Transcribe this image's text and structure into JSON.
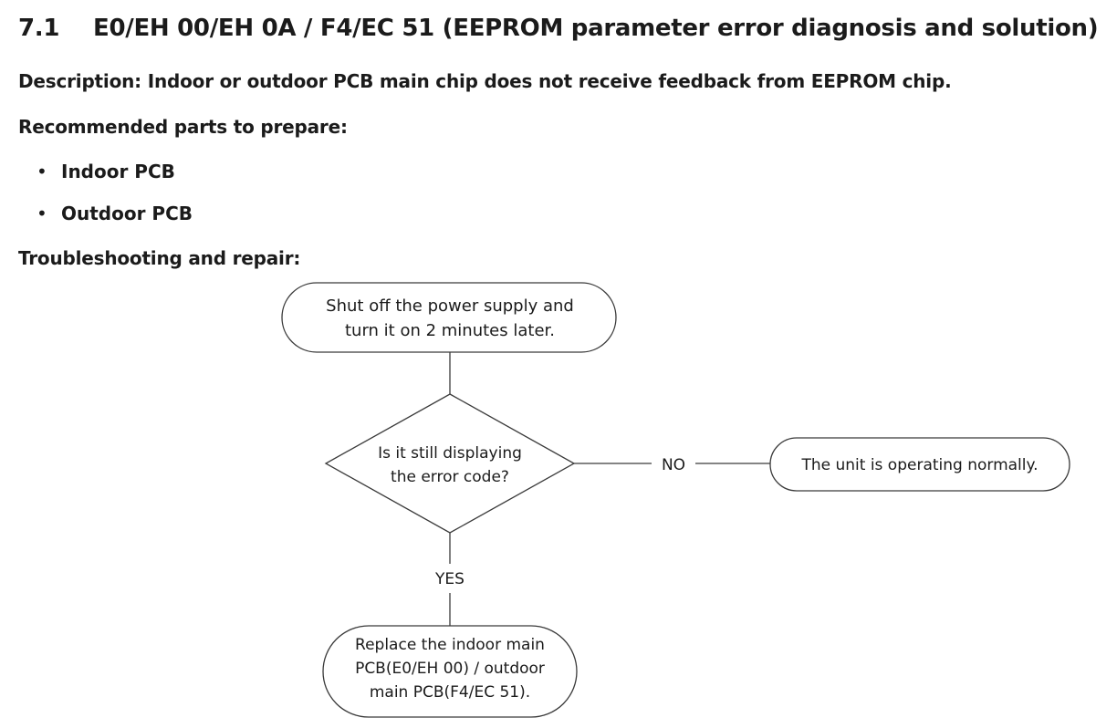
{
  "section": {
    "number": "7.1",
    "title": "E0/EH 00/EH 0A / F4/EC 51 (EEPROM parameter error diagnosis and solution)"
  },
  "description": "Description: Indoor or outdoor PCB main chip does not receive feedback from EEPROM chip.",
  "recommended_label": "Recommended parts to prepare:",
  "parts": [
    "Indoor PCB",
    "Outdoor PCB"
  ],
  "troubleshooting_label": "Troubleshooting and repair:",
  "flowchart": {
    "start": [
      "Shut off the power supply and",
      "turn it on 2 minutes later."
    ],
    "decision": [
      "Is it still displaying",
      "the error code?"
    ],
    "no_label": "NO",
    "yes_label": "YES",
    "normal": "The unit is operating normally.",
    "replace": [
      "Replace the indoor main",
      "PCB(E0/EH 00) / outdoor",
      "main PCB(F4/EC 51)."
    ]
  },
  "colors": {
    "text": "#1b1b1b",
    "line": "#3a3a3a",
    "background": "#ffffff"
  }
}
